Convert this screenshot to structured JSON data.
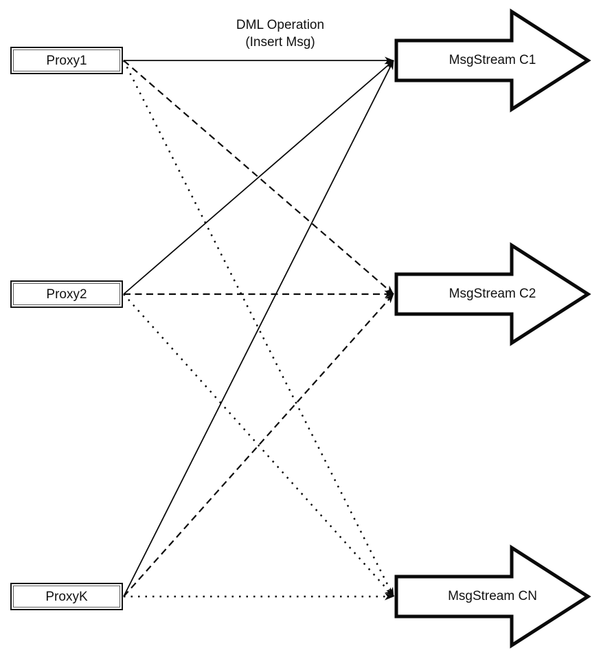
{
  "diagram": {
    "caption": {
      "line1": "DML Operation",
      "line2": "(Insert Msg)"
    },
    "proxies": [
      {
        "id": "proxy1",
        "label": "Proxy1"
      },
      {
        "id": "proxy2",
        "label": "Proxy2"
      },
      {
        "id": "proxyk",
        "label": "ProxyK"
      }
    ],
    "streams": [
      {
        "id": "c1",
        "label": "MsgStream C1"
      },
      {
        "id": "c2",
        "label": "MsgStream C2"
      },
      {
        "id": "cn",
        "label": "MsgStream CN"
      }
    ],
    "edges": [
      {
        "from": "proxy1",
        "to": "c1",
        "style": "solid"
      },
      {
        "from": "proxy1",
        "to": "c2",
        "style": "dashed"
      },
      {
        "from": "proxy1",
        "to": "cn",
        "style": "dotted"
      },
      {
        "from": "proxy2",
        "to": "c1",
        "style": "solid"
      },
      {
        "from": "proxy2",
        "to": "c2",
        "style": "dashed"
      },
      {
        "from": "proxy2",
        "to": "cn",
        "style": "dotted"
      },
      {
        "from": "proxyk",
        "to": "c1",
        "style": "solid"
      },
      {
        "from": "proxyk",
        "to": "c2",
        "style": "dashed"
      },
      {
        "from": "proxyk",
        "to": "cn",
        "style": "dotted"
      }
    ],
    "colors": {
      "background": "#ffffff",
      "line": "#0a0a0a",
      "arrow_fill": "#ffffff",
      "arrow_stroke": "#0a0a0a",
      "text": "#111111"
    }
  }
}
